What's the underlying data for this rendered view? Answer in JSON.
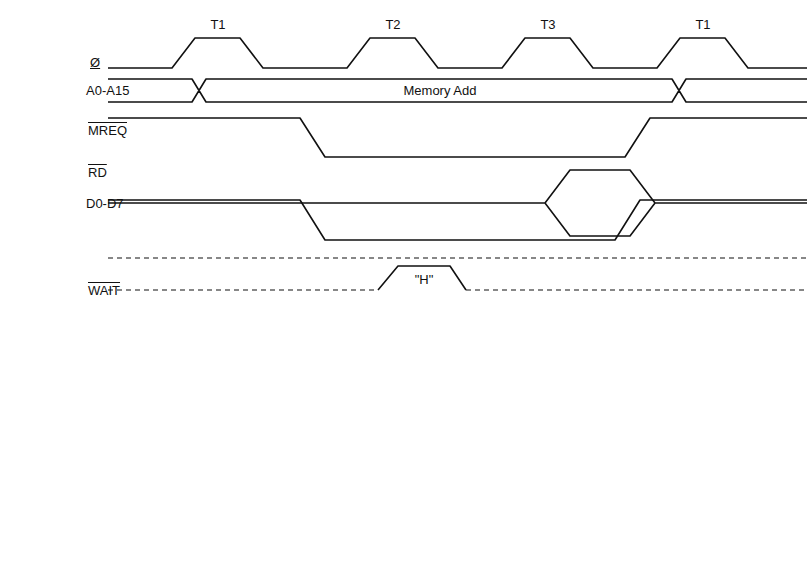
{
  "diagram": {
    "labels": [
      "T1",
      "T2",
      "T3",
      "T1",
      "Ø",
      "A0-A15",
      "Memory Add",
      "MREQ",
      "RD",
      "D0-D7",
      "WAIT",
      "\"H\""
    ]
  }
}
